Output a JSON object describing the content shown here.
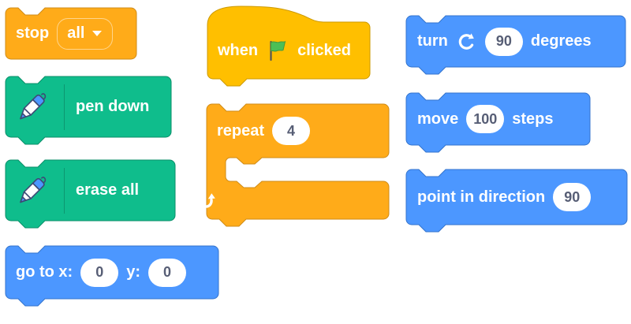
{
  "palette": {
    "motion_fill": "#4C97FF",
    "motion_border": "#3373CC",
    "control_fill": "#FFAB19",
    "control_border": "#CF8B17",
    "events_fill": "#FFBF00",
    "events_border": "#CC9900",
    "pen_fill": "#0FBD8C",
    "pen_border": "#0B8E69",
    "input_text": "#575E75",
    "label_text": "#FFFFFF"
  },
  "blocks": {
    "stop": {
      "label": "stop",
      "value": "all"
    },
    "pen_down": {
      "label": "pen down"
    },
    "erase_all": {
      "label": "erase all"
    },
    "go_to": {
      "label": "go to x:",
      "x": "0",
      "label_y": "y:",
      "y": "0"
    },
    "when_flag_clicked": {
      "label_prefix": "when",
      "label_suffix": "clicked"
    },
    "repeat": {
      "label": "repeat",
      "value": "4"
    },
    "turn": {
      "label_prefix": "turn",
      "value": "90",
      "label_suffix": "degrees"
    },
    "move": {
      "label_prefix": "move",
      "value": "100",
      "label_suffix": "steps"
    },
    "point_in_direction": {
      "label": "point in direction",
      "value": "90"
    }
  }
}
